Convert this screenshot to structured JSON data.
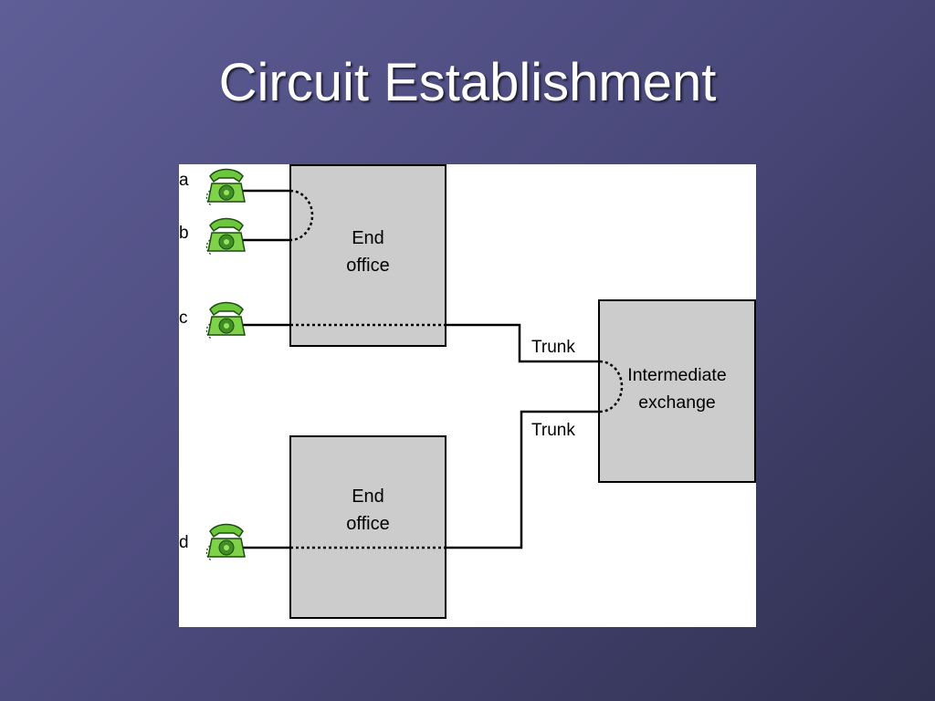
{
  "slide": {
    "title": "Circuit Establishment"
  },
  "diagram": {
    "subscribers": [
      "a",
      "b",
      "c",
      "d"
    ],
    "end_office_top_label": "End\noffice",
    "end_office_bottom_label": "End\noffice",
    "intermediate_exchange_label": "Intermediate\nexchange",
    "trunk_upper_label": "Trunk",
    "trunk_lower_label": "Trunk",
    "icons": {
      "telephone": "telephone-icon"
    },
    "colors": {
      "box_fill": "#cccccc",
      "phone_green": "#6cc83a",
      "background_start": "#5f5e96",
      "background_end": "#303050",
      "title_text": "#ffffff"
    }
  }
}
